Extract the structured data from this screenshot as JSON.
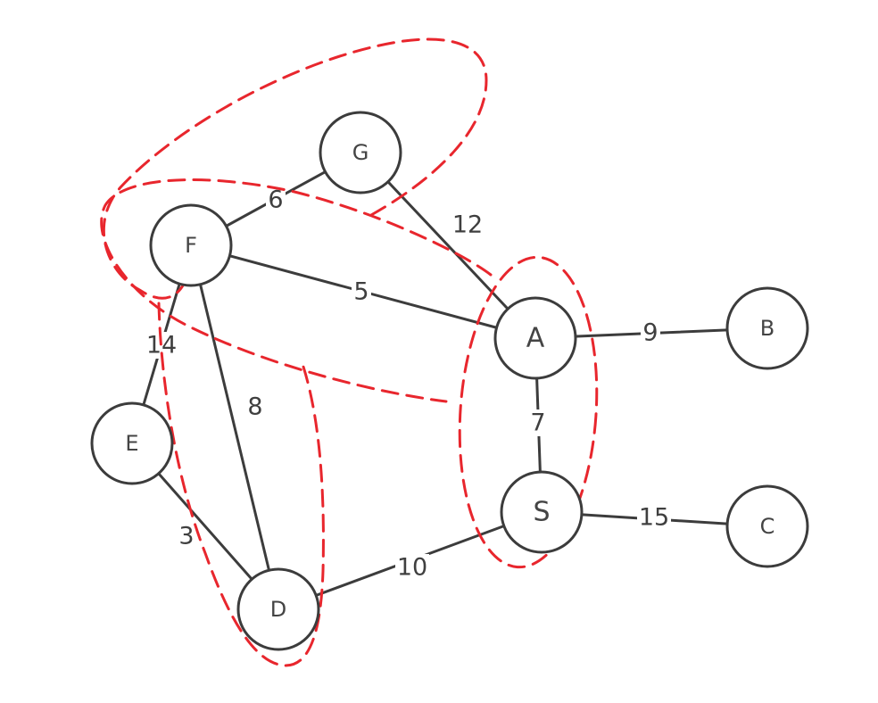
{
  "colors": {
    "node_stroke": "#3c3c3c",
    "edge": "#3c3c3c",
    "cluster": "#e8262d",
    "background": "#ffffff"
  },
  "graph": {
    "nodes": [
      {
        "id": "G",
        "label": "G"
      },
      {
        "id": "F",
        "label": "F"
      },
      {
        "id": "A",
        "label": "A"
      },
      {
        "id": "B",
        "label": "B"
      },
      {
        "id": "E",
        "label": "E"
      },
      {
        "id": "S",
        "label": "S"
      },
      {
        "id": "C",
        "label": "C"
      },
      {
        "id": "D",
        "label": "D"
      }
    ],
    "edges": [
      {
        "from": "F",
        "to": "G",
        "weight": "6"
      },
      {
        "from": "G",
        "to": "A",
        "weight": "12"
      },
      {
        "from": "F",
        "to": "A",
        "weight": "5"
      },
      {
        "from": "F",
        "to": "E",
        "weight": "14"
      },
      {
        "from": "F",
        "to": "D",
        "weight": "8"
      },
      {
        "from": "A",
        "to": "B",
        "weight": "9"
      },
      {
        "from": "A",
        "to": "S",
        "weight": "7"
      },
      {
        "from": "S",
        "to": "C",
        "weight": "15"
      },
      {
        "from": "E",
        "to": "D",
        "weight": "3"
      },
      {
        "from": "D",
        "to": "S",
        "weight": "10"
      }
    ],
    "clusters": [
      {
        "id": "cluster-F-G",
        "members": [
          "F",
          "G"
        ]
      },
      {
        "id": "cluster-F-A",
        "members": [
          "F",
          "A"
        ]
      },
      {
        "id": "cluster-A-S",
        "members": [
          "A",
          "S"
        ]
      },
      {
        "id": "cluster-F-D",
        "members": [
          "F",
          "D"
        ]
      }
    ]
  }
}
